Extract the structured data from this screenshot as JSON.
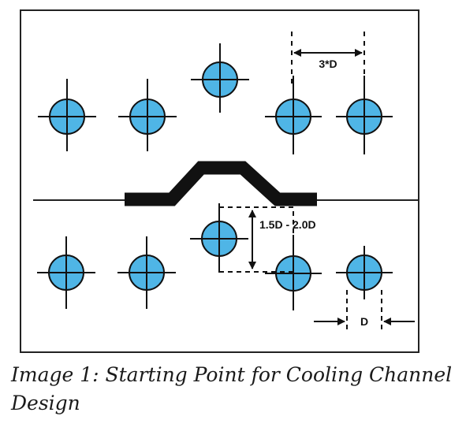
{
  "caption": "Image 1: Starting Point for Cooling Channel Design",
  "diagram": {
    "dimension_labels": {
      "channel_spacing": "3*D",
      "channel_offset": "1.5D - 2.0D",
      "channel_diameter": "D"
    },
    "colors": {
      "channel_fill": "#4fb5e6",
      "outline": "#111111",
      "part_profile": "#111111",
      "frame": "#222222"
    }
  }
}
